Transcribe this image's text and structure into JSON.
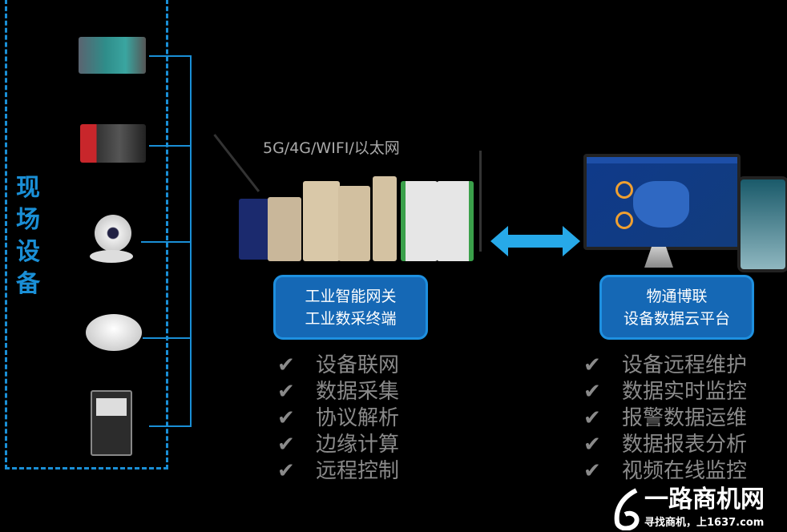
{
  "field": {
    "label": "现场设备",
    "devices": [
      "plc-rack",
      "plc-controller",
      "webcam",
      "smoke-detector",
      "electric-meter"
    ]
  },
  "network_label": "5G/4G/WIFI/以太网",
  "gateway_box": {
    "line1": "工业智能网关",
    "line2": "工业数采终端"
  },
  "cloud_box": {
    "line1": "物通博联",
    "line2": "设备数据云平台"
  },
  "gateway_features": [
    "设备联网",
    "数据采集",
    "协议解析",
    "边缘计算",
    "远程控制"
  ],
  "cloud_features": [
    "设备远程维护",
    "数据实时监控",
    "报警数据运维",
    "数据报表分析",
    "视频在线监控"
  ],
  "check_icon": "✔",
  "watermark": {
    "title": "一路商机网",
    "subtitle": "寻找商机，上1637.com"
  },
  "colors": {
    "accent": "#1a8fd6",
    "box": "#1568b5",
    "arrow": "#27a9e8"
  }
}
